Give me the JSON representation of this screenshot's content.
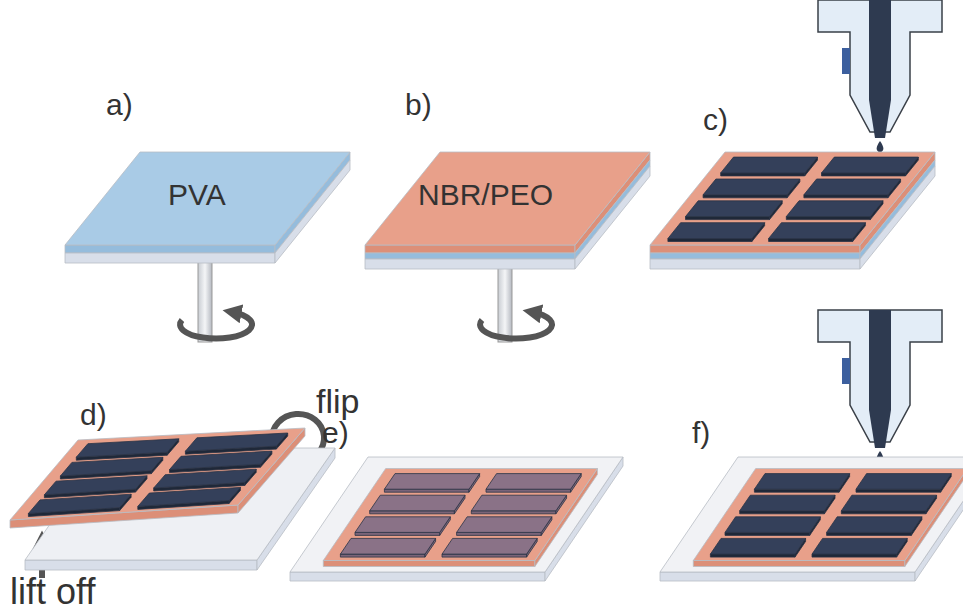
{
  "diagram": {
    "labels": [
      "a)",
      "PVA",
      "b)",
      "NBR/PEO",
      "c)",
      "d)",
      "flip",
      "e)",
      "f)",
      "lift off"
    ]
  }
}
